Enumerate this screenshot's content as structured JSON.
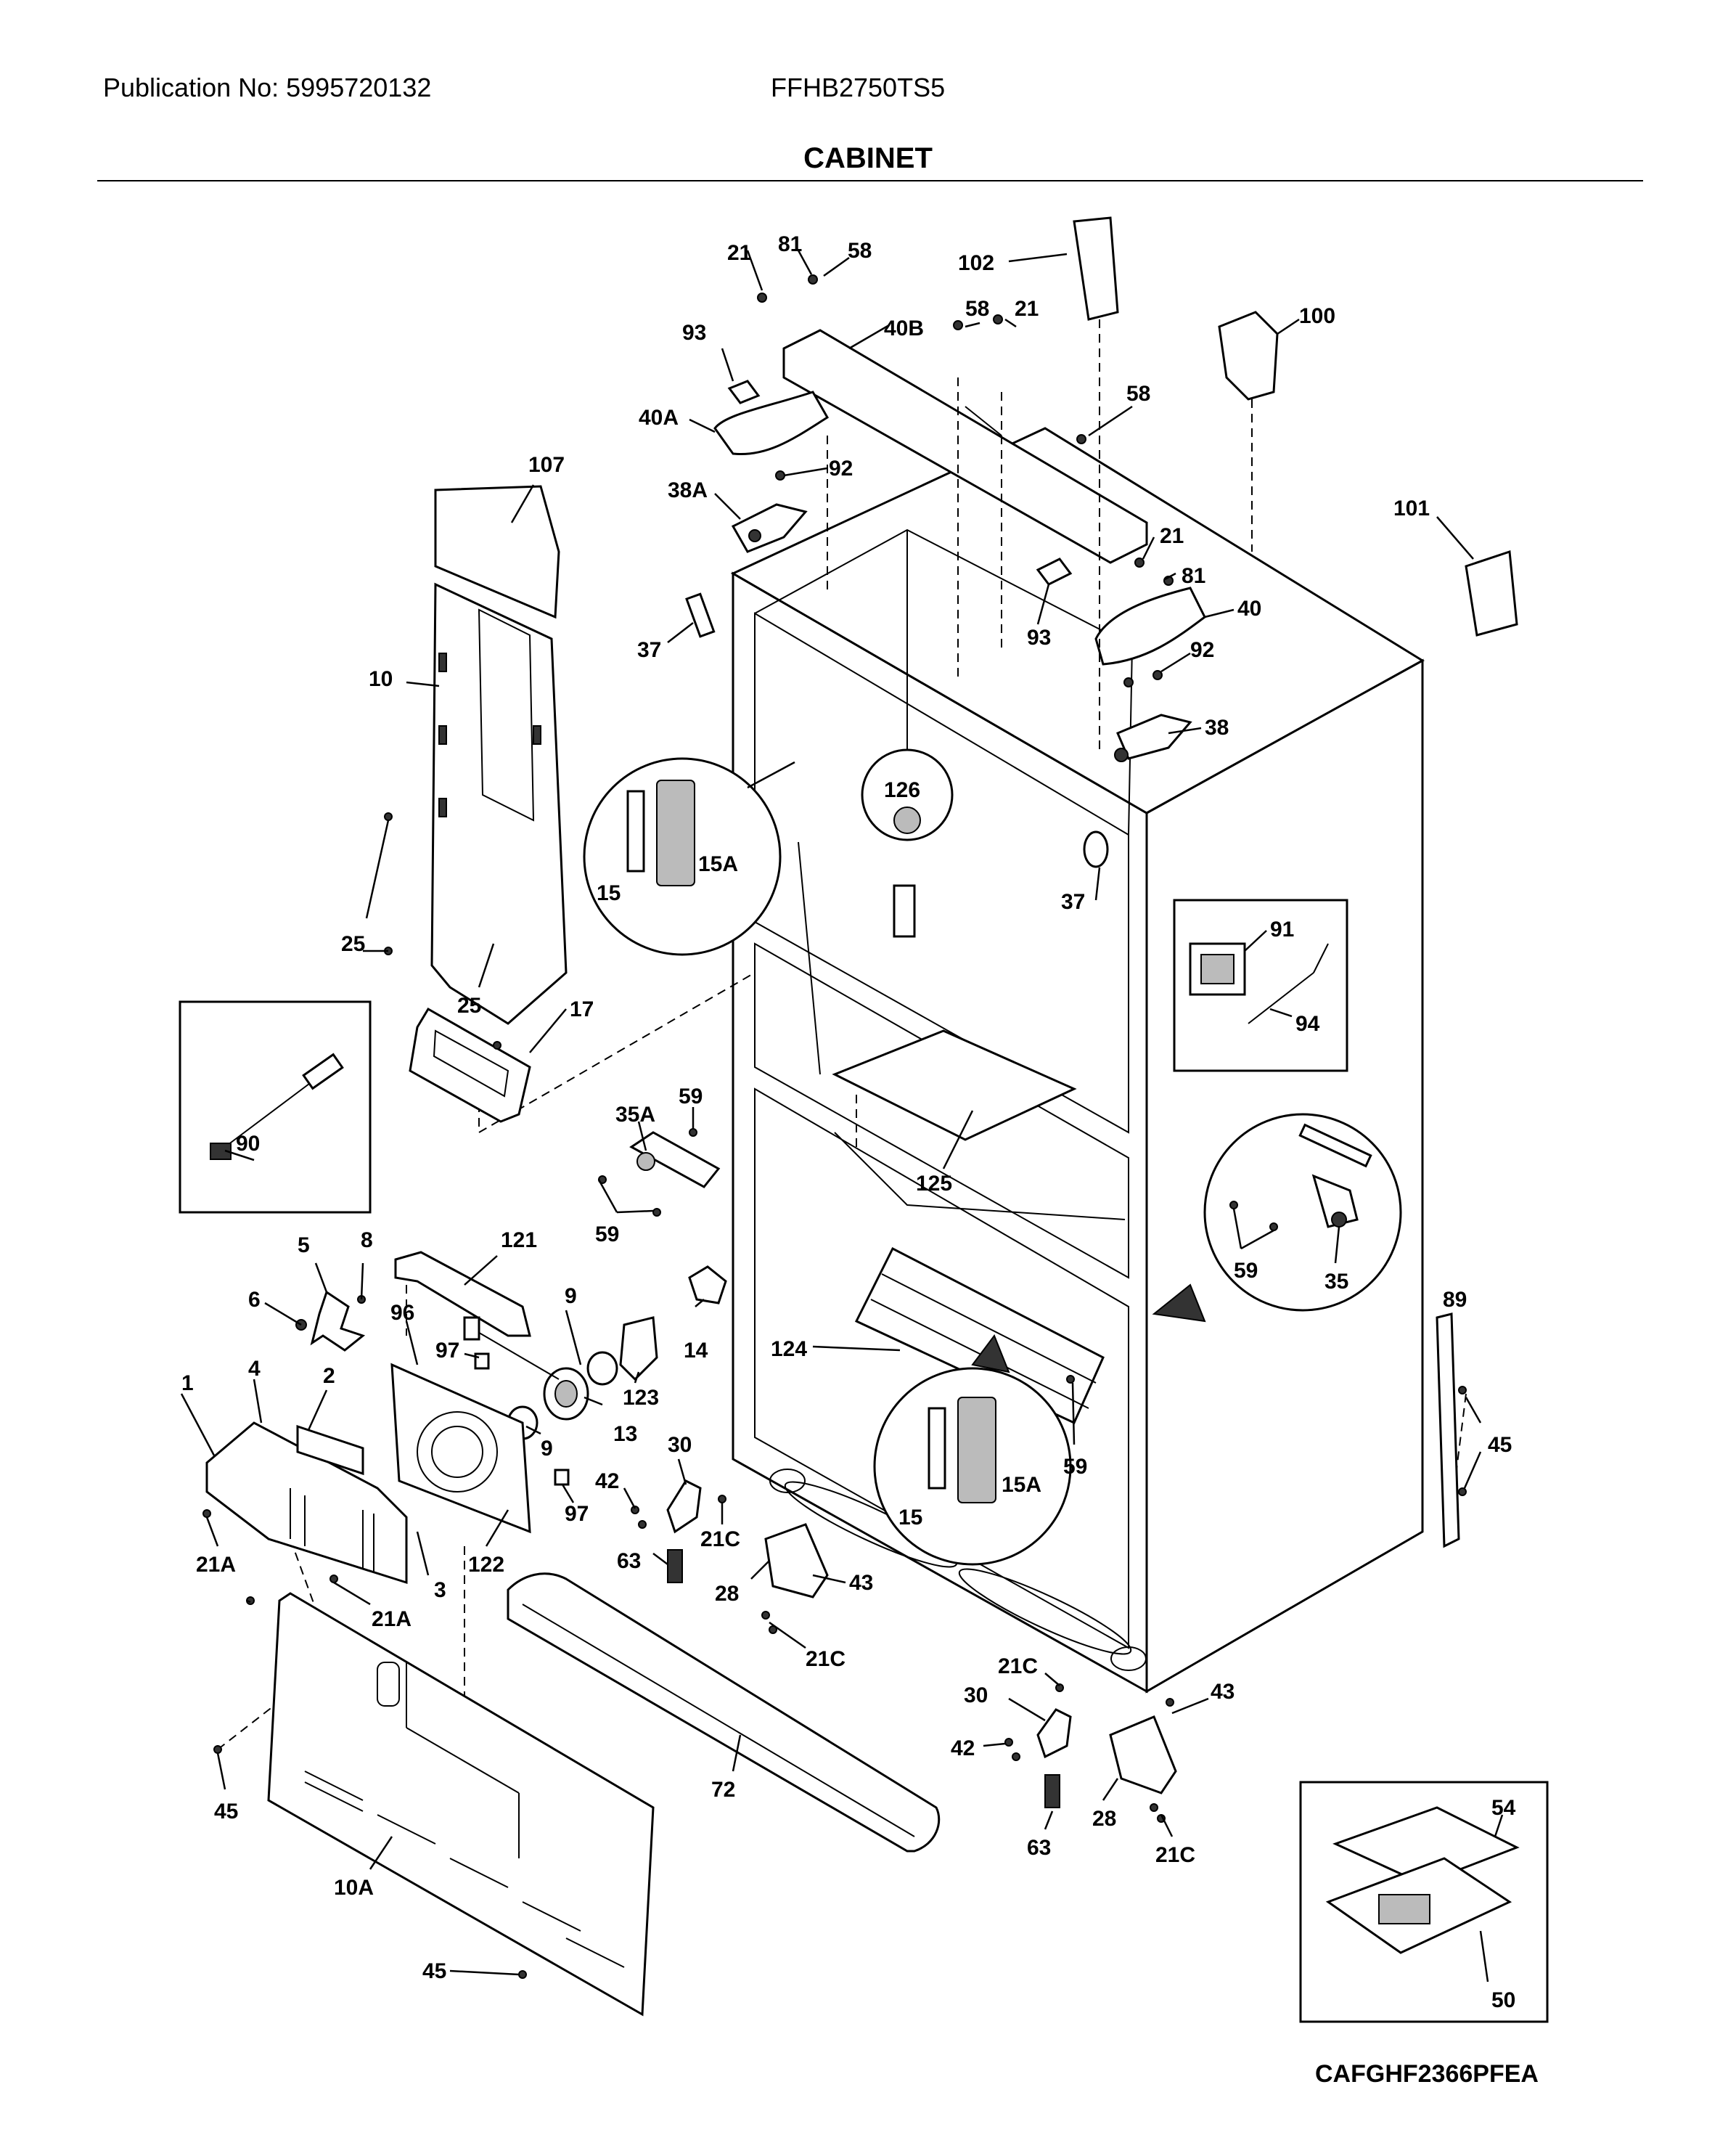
{
  "header": {
    "publication": "Publication No: 5995720132",
    "model": "FFHB2750TS5",
    "title": "CABINET"
  },
  "footer": {
    "code": "CAFGHF2366PFEA"
  },
  "labels": {
    "l21a": "21",
    "l81a": "81",
    "l58a": "58",
    "l102": "102",
    "l93a": "93",
    "l40B": "40B",
    "l58b": "58",
    "l21b": "21",
    "l100": "100",
    "l40A": "40A",
    "l58c": "58",
    "l92a": "92",
    "l107": "107",
    "l38A": "38A",
    "l101": "101",
    "l21c": "21",
    "l81b": "81",
    "l37a": "37",
    "l93b": "93",
    "l40": "40",
    "l92b": "92",
    "l10": "10",
    "l38": "38",
    "l126": "126",
    "l15a": "15A",
    "l15a_num": "15",
    "l37b": "37",
    "l91": "91",
    "l94": "94",
    "l25a": "25",
    "l25b": "25",
    "l17": "17",
    "l90": "90",
    "l59a": "59",
    "l35A": "35A",
    "l125": "125",
    "l59b": "59",
    "l59c": "59",
    "l35": "35",
    "l5": "5",
    "l8": "8",
    "l121": "121",
    "l6": "6",
    "l96": "96",
    "l9a": "9",
    "l14": "14",
    "l89": "89",
    "l97a": "97",
    "l124": "124",
    "l123": "123",
    "l1": "1",
    "l4": "4",
    "l2": "2",
    "l13": "13",
    "l9b": "9",
    "l30a": "30",
    "l59d": "59",
    "l45a": "45",
    "l42a": "42",
    "l97b": "97",
    "l15b": "15A",
    "l15b_num": "15",
    "l21Ca": "21C",
    "l21Aa": "21A",
    "l122": "122",
    "l63a": "63",
    "l28a": "28",
    "l43a": "43",
    "l21Ab": "21A",
    "l3": "3",
    "l21Cb": "21C",
    "l21Cc": "21C",
    "l30b": "30",
    "l43b": "43",
    "l42b": "42",
    "l72": "72",
    "l45b": "45",
    "l28b": "28",
    "l63b": "63",
    "l21Cd": "21C",
    "l54": "54",
    "l10A": "10A",
    "l50": "50",
    "l45c": "45"
  }
}
